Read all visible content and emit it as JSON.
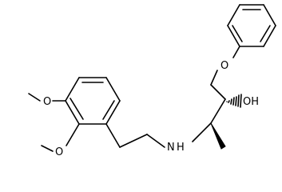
{
  "molecule": {
    "labels": {
      "o_phenoxy": "O",
      "oh": "OH",
      "nh": "N",
      "nh_h": "H",
      "o_methoxy_4": "O",
      "o_methoxy_3": "O"
    },
    "colors": {
      "bond": "#000000",
      "text": "#000000",
      "background": "#ffffff"
    }
  }
}
